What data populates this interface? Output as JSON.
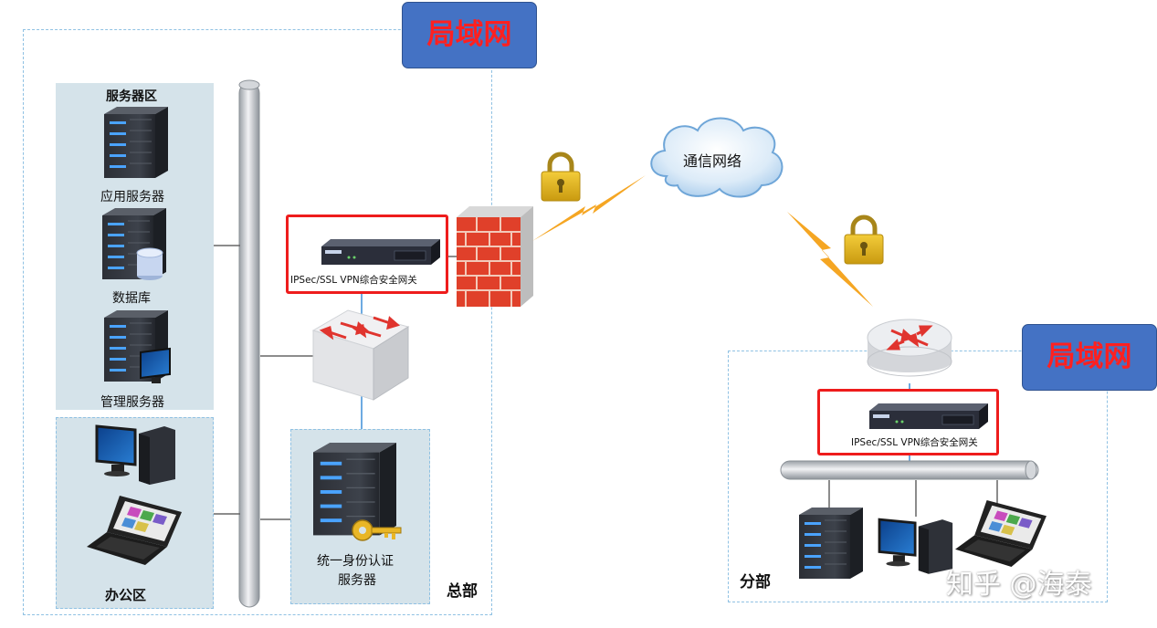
{
  "hq": {
    "lan_badge": "局域网",
    "label": "总部",
    "server_zone": {
      "title": "服务器区",
      "items": [
        "应用服务器",
        "数据库",
        "管理服务器"
      ]
    },
    "office_zone": {
      "title": "办公区"
    },
    "auth_server": {
      "line1": "统一身份认证",
      "line2": "服务器"
    },
    "gateway_label": "IPSec/SSL VPN综合安全网关"
  },
  "cloud": {
    "label": "通信网络"
  },
  "branch": {
    "lan_badge": "局域网",
    "label": "分部",
    "gateway_label": "IPSec/SSL VPN综合安全网关"
  },
  "watermark": "知乎 @海泰",
  "colors": {
    "badge_fill": "#4472c4",
    "badge_text": "#ff2020",
    "gateway_border": "#ee1c1c",
    "zone_fill": "#d5e3ea",
    "dash_border": "#8fc1e3",
    "lightning": "#f5a623",
    "lock": "#e8b917"
  }
}
